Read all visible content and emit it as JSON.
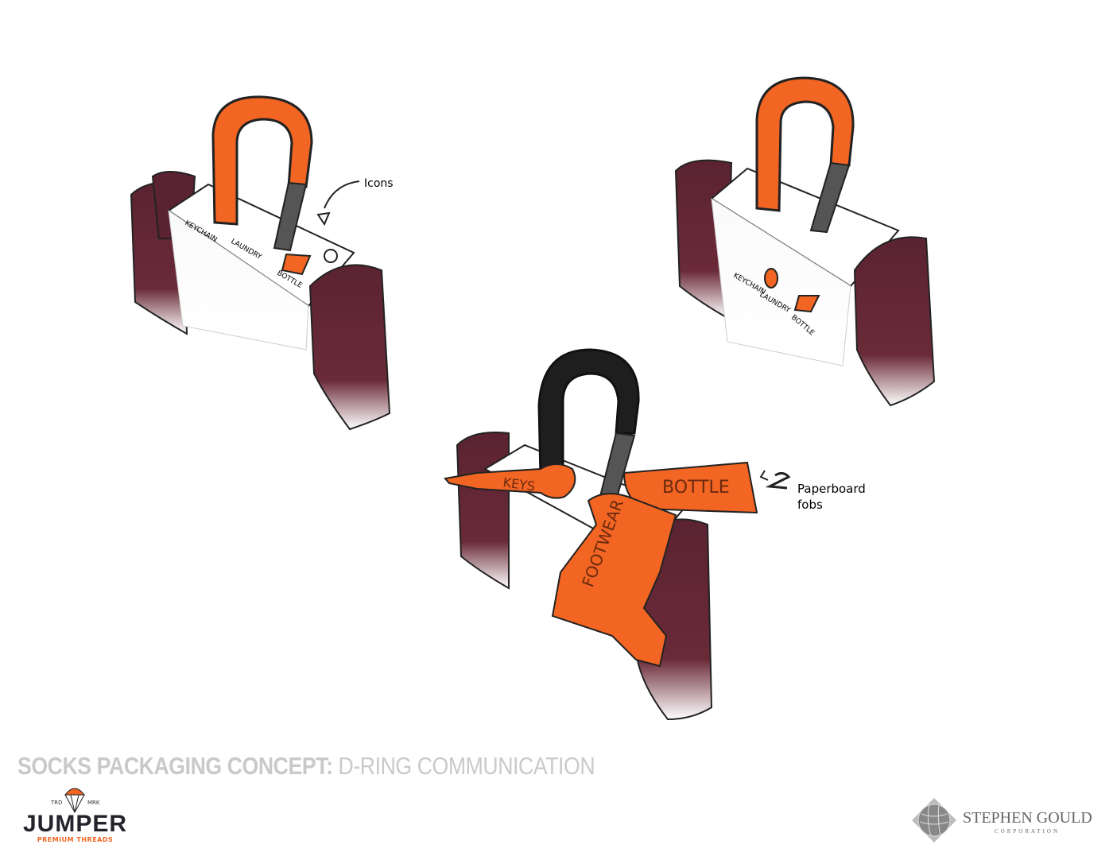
{
  "title": {
    "bold": "SOCKS PACKAGING CONCEPT:",
    "rest": "D-RING COMMUNICATION"
  },
  "annotations": {
    "icons": "Icons",
    "fobs_line1": "Paperboard",
    "fobs_line2": "fobs"
  },
  "concept1": {
    "labels": [
      "KEYCHAIN",
      "LAUNDRY",
      "BOTTLE"
    ]
  },
  "concept2": {
    "labels": [
      "KEYCHAIN",
      "LAUNDRY",
      "BOTTLE"
    ]
  },
  "concept3": {
    "fobs": {
      "keys": "KEYS",
      "bottle": "BOTTLE",
      "footwear": "FOOTWEAR"
    }
  },
  "brand_left": {
    "trd": "TRD",
    "mrk": "MRK",
    "name": "JUMPER",
    "tagline": "PREMIUM THREADS"
  },
  "brand_right": {
    "name": "STEPHEN GOULD",
    "sub": "CORPORATION"
  },
  "colors": {
    "orange": "#f26522",
    "sock": "#5b2331",
    "ring_dark": "#1e1e1e",
    "title_gray": "#c9c9c9"
  }
}
